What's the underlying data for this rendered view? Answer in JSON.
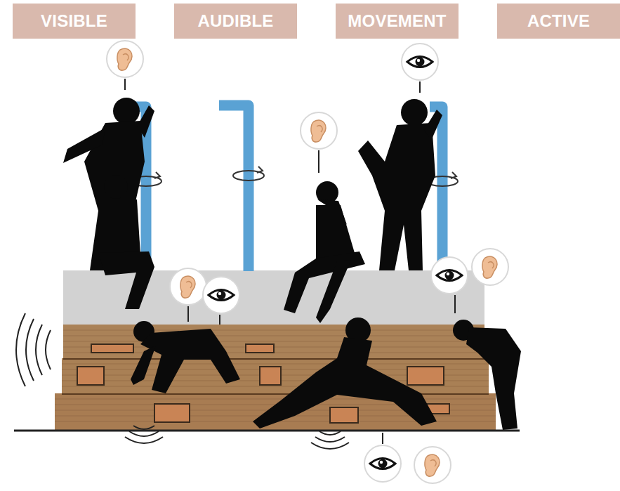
{
  "diagram": {
    "nodes": [
      {
        "text": [
          "VISIBLE"
        ]
      },
      {
        "text": [
          "AUDIBLE"
        ]
      },
      {
        "text": [
          "MOVEMENT"
        ]
      },
      {
        "text": [
          "ACTIVE"
        ]
      }
    ]
  }
}
